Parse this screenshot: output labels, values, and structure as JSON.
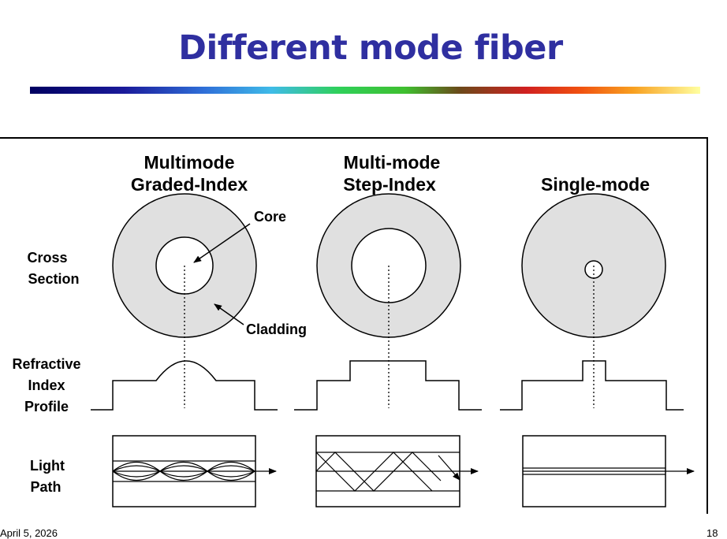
{
  "slide": {
    "title": "Different mode fiber",
    "footer_date": "April 5, 2026",
    "page_number": "18"
  },
  "diagram": {
    "columns": [
      {
        "title_line1": "Multimode",
        "title_line2": "Graded-Index"
      },
      {
        "title_line1": "Multi-mode",
        "title_line2": "Step-Index"
      },
      {
        "title_line1": "",
        "title_line2": "Single-mode"
      }
    ],
    "row_labels": {
      "cross_section": [
        "Cross",
        "Section"
      ],
      "refractive_index_profile": [
        "Refractive",
        "Index",
        "Profile"
      ],
      "light_path": [
        "Light",
        "Path"
      ]
    },
    "callouts": {
      "core": "Core",
      "cladding": "Cladding"
    },
    "colors": {
      "title": "#2f2fa0",
      "cladding_fill": "#e0e0e0",
      "core_fill": "#ffffff",
      "line": "#000000"
    }
  }
}
